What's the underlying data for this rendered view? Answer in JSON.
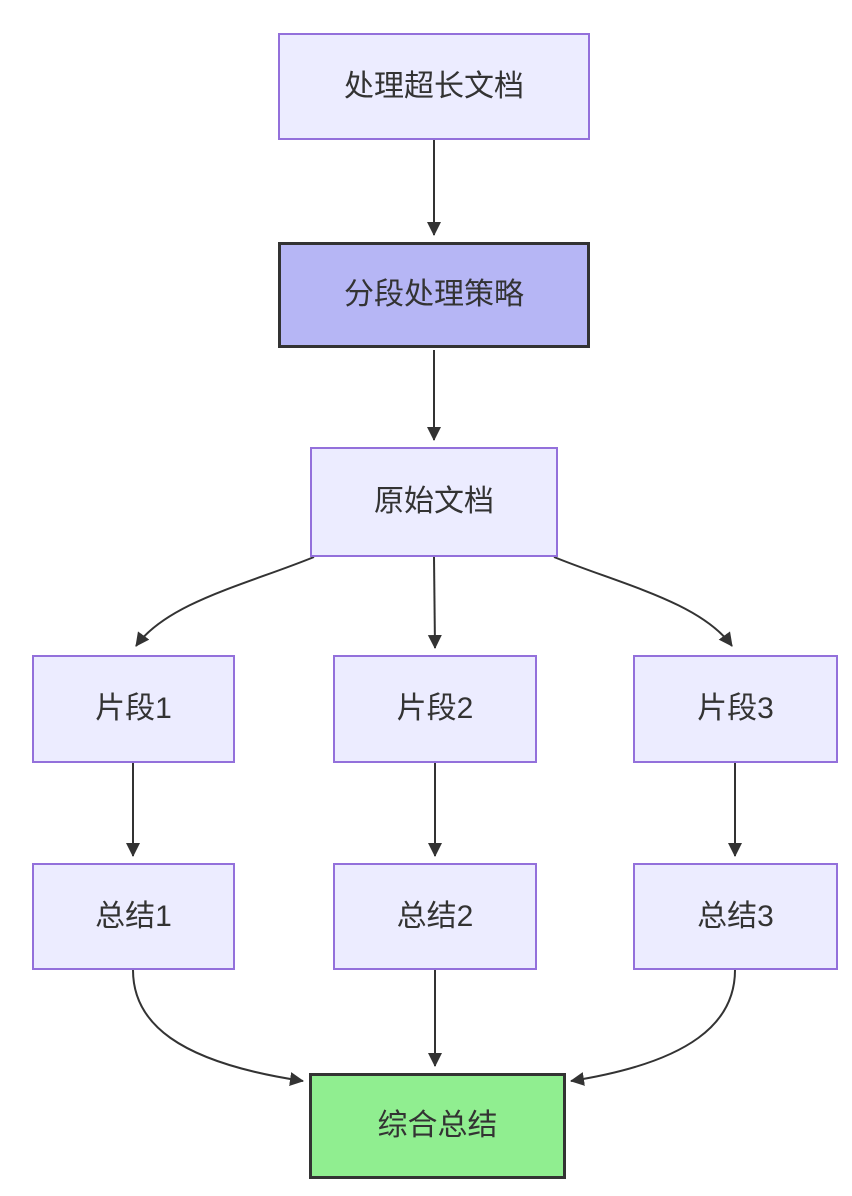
{
  "diagram": {
    "type": "flowchart-top-down",
    "nodes": [
      {
        "id": "A",
        "label": "处理超长文档",
        "style": "default"
      },
      {
        "id": "B",
        "label": "分段处理策略",
        "style": "emphasis"
      },
      {
        "id": "C",
        "label": "原始文档",
        "style": "default"
      },
      {
        "id": "D1",
        "label": "片段1",
        "style": "default"
      },
      {
        "id": "D2",
        "label": "片段2",
        "style": "default"
      },
      {
        "id": "D3",
        "label": "片段3",
        "style": "default"
      },
      {
        "id": "E1",
        "label": "总结1",
        "style": "default"
      },
      {
        "id": "E2",
        "label": "总结2",
        "style": "default"
      },
      {
        "id": "E3",
        "label": "总结3",
        "style": "default"
      },
      {
        "id": "F",
        "label": "综合总结",
        "style": "result"
      }
    ],
    "edges": [
      {
        "from": "A",
        "to": "B"
      },
      {
        "from": "B",
        "to": "C"
      },
      {
        "from": "C",
        "to": "D1"
      },
      {
        "from": "C",
        "to": "D2"
      },
      {
        "from": "C",
        "to": "D3"
      },
      {
        "from": "D1",
        "to": "E1"
      },
      {
        "from": "D2",
        "to": "E2"
      },
      {
        "from": "D3",
        "to": "E3"
      },
      {
        "from": "E1",
        "to": "F"
      },
      {
        "from": "E2",
        "to": "F"
      },
      {
        "from": "E3",
        "to": "F"
      }
    ],
    "colors": {
      "node_fill": "#ECECFF",
      "node_border": "#9370DB",
      "strategy_fill": "#B6B6F5",
      "result_fill": "#90EE90",
      "emphasis_border": "#333333",
      "edge": "#333333",
      "text": "#333333",
      "background": "#FFFFFF"
    }
  }
}
